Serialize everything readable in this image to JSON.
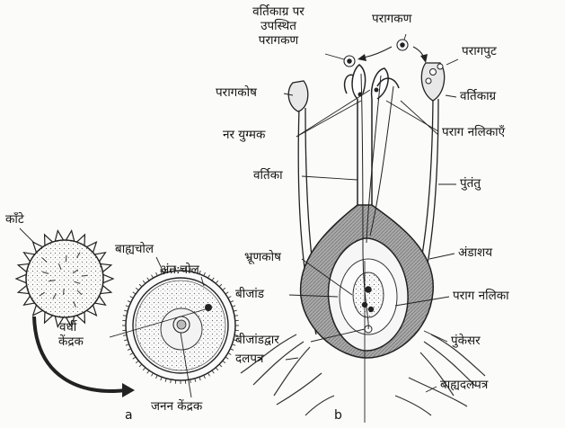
{
  "diagram": {
    "panel_a": {
      "letter": "a",
      "labels": {
        "spines": "काँटे",
        "exine": "बाह्यचोल",
        "intine": "अंत:चोल",
        "vegetative_nucleus_1": "वर्धी",
        "vegetative_nucleus_2": "केंद्रक",
        "generative_nucleus": "जनन केंद्रक"
      }
    },
    "panel_b": {
      "letter": "b",
      "labels": {
        "pollen_on_stigma_1": "वर्तिकाग्र पर",
        "pollen_on_stigma_2": "उपस्थित",
        "pollen_on_stigma_3": "परागकण",
        "pollen_grain": "परागकण",
        "pollen_sac": "परागपुट",
        "anther": "परागकोष",
        "stigma": "वर्तिकाग्र",
        "male_gametes": "नर युग्मक",
        "pollen_tubes": "पराग नलिकाएँ",
        "style": "वर्तिका",
        "filament": "पुंतंतु",
        "embryo_sac": "भ्रूणकोष",
        "ovary": "अंडाशय",
        "ovule": "बीजांड",
        "pollen_tube": "पराग नलिका",
        "micropyle": "बीजांडद्वार",
        "stamen": "पुंकेसर",
        "petal": "दलपत्र",
        "sepal": "बाह्यदलपत्र"
      }
    }
  }
}
